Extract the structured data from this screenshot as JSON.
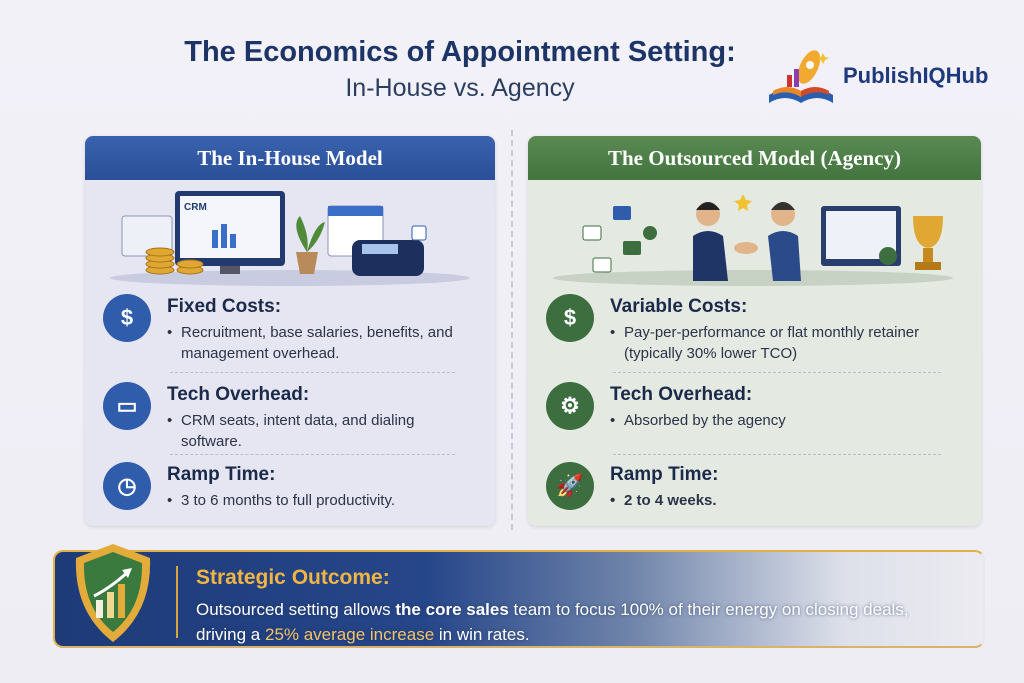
{
  "header": {
    "title": "The Economics of Appointment Setting:",
    "subtitle": "In-House vs. Agency",
    "logo_text": "PublishIQHub"
  },
  "colors": {
    "in_house": "#2f5cab",
    "agency": "#44743f",
    "title": "#1d3566",
    "accent_gold": "#f0b543"
  },
  "in_house": {
    "title": "The In-House Model",
    "illustration_label": "CRM",
    "items": [
      {
        "icon": "coins-dollar-icon",
        "title": "Fixed Costs:",
        "text": "Recruitment, base salaries, benefits, and management overhead."
      },
      {
        "icon": "monitor-icon",
        "title": "Tech Overhead:",
        "text": "CRM seats, intent data, and dialing software."
      },
      {
        "icon": "clock-icon",
        "title": "Ramp Time:",
        "text": "3 to 6 months to full productivity."
      }
    ]
  },
  "agency": {
    "title": "The Outsourced Model (Agency)",
    "items": [
      {
        "icon": "flowchart-dollar-icon",
        "title": "Variable Costs:",
        "text": "Pay-per-performance or flat monthly retainer (typically 30% lower TCO)"
      },
      {
        "icon": "gear-icon",
        "title": "Tech Overhead:",
        "text": "Absorbed by the agency"
      },
      {
        "icon": "rocket-icon",
        "title": "Ramp Time:",
        "text": "2 to 4 weeks."
      }
    ]
  },
  "outcome": {
    "title": "Strategic Outcome:",
    "t1": "Outsourced setting allows ",
    "t2": "the core sales",
    "t3": " team to focus 100% of their energy on closing deals, driving a ",
    "t4": "25% average increase",
    "t5": " in win rates."
  }
}
